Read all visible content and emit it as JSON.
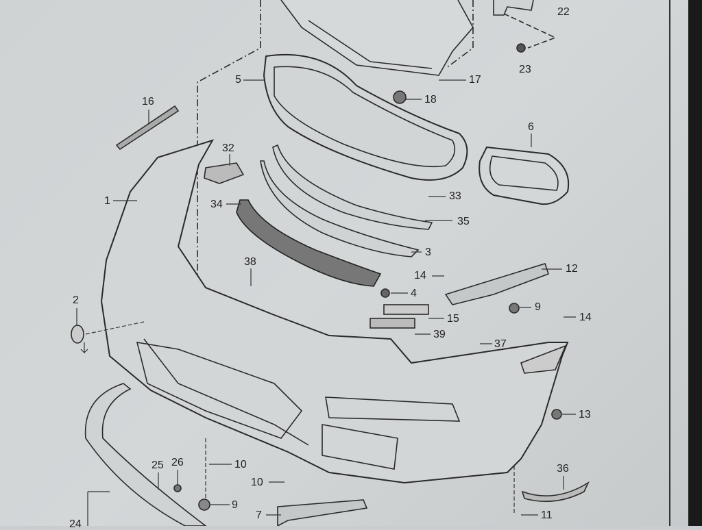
{
  "diagram": {
    "part_labels": [
      {
        "id": "p22",
        "text": "22"
      },
      {
        "id": "p23",
        "text": "23"
      },
      {
        "id": "p5",
        "text": "5"
      },
      {
        "id": "p17",
        "text": "17"
      },
      {
        "id": "p18",
        "text": "18"
      },
      {
        "id": "p16",
        "text": "16"
      },
      {
        "id": "p6",
        "text": "6"
      },
      {
        "id": "p32",
        "text": "32"
      },
      {
        "id": "p1",
        "text": "1"
      },
      {
        "id": "p33",
        "text": "33"
      },
      {
        "id": "p34",
        "text": "34"
      },
      {
        "id": "p35",
        "text": "35"
      },
      {
        "id": "p3",
        "text": "3"
      },
      {
        "id": "p38",
        "text": "38"
      },
      {
        "id": "p12",
        "text": "12"
      },
      {
        "id": "p14a",
        "text": "14"
      },
      {
        "id": "p4",
        "text": "4"
      },
      {
        "id": "p2",
        "text": "2"
      },
      {
        "id": "p9a",
        "text": "9"
      },
      {
        "id": "p14b",
        "text": "14"
      },
      {
        "id": "p15",
        "text": "15"
      },
      {
        "id": "p39",
        "text": "39"
      },
      {
        "id": "p37",
        "text": "37"
      },
      {
        "id": "p13",
        "text": "13"
      },
      {
        "id": "p25",
        "text": "25"
      },
      {
        "id": "p26",
        "text": "26"
      },
      {
        "id": "p10a",
        "text": "10"
      },
      {
        "id": "p36",
        "text": "36"
      },
      {
        "id": "p10b",
        "text": "10"
      },
      {
        "id": "p9b",
        "text": "9"
      },
      {
        "id": "p7",
        "text": "7"
      },
      {
        "id": "p11",
        "text": "11"
      },
      {
        "id": "p24",
        "text": "24"
      }
    ]
  }
}
